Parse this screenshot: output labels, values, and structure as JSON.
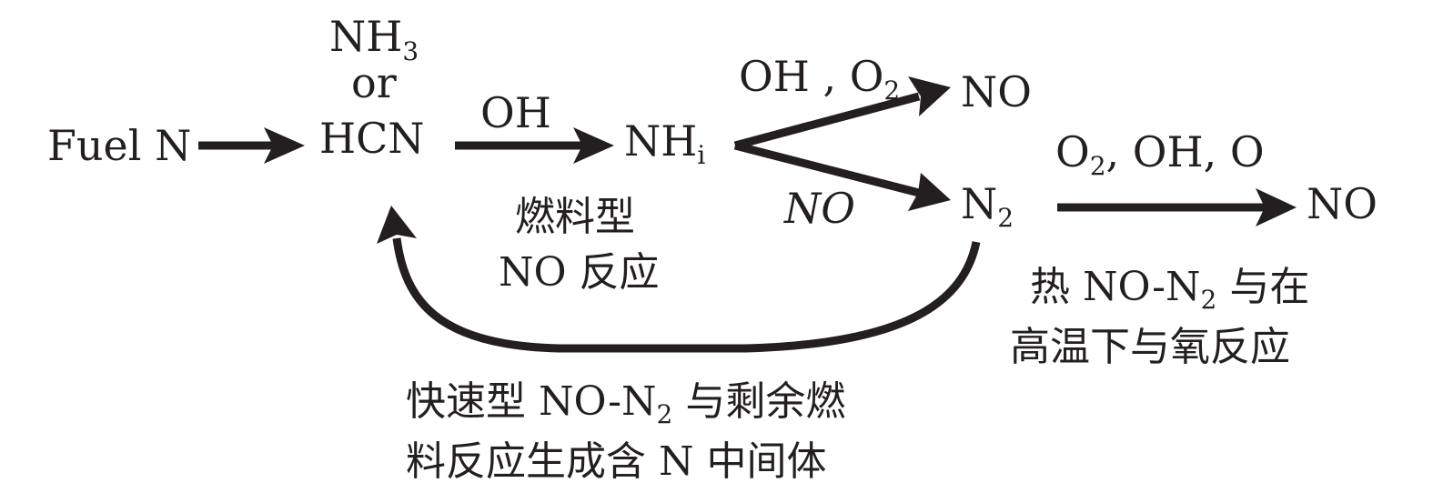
{
  "diagram": {
    "nodes": {
      "fuel_n": "Fuel N",
      "nh3_line1": "NH",
      "nh3_sub": "3",
      "nh3_line2": "or",
      "nh3_line3": "HCN",
      "nhi_base": "NH",
      "nhi_sub": "i",
      "no_top": "NO",
      "n2_base": "N",
      "n2_sub": "2",
      "no_right": "NO"
    },
    "edge_labels": {
      "oh": "OH",
      "oh_o2_base": "OH , O",
      "oh_o2_sub": "2",
      "no_italic": "NO",
      "o2_base": "O",
      "o2_sub": "2",
      "o2_rest": ", OH, O"
    },
    "captions": {
      "fuel_type_line1": "燃料型",
      "fuel_type_line2": "NO 反应",
      "thermal_line1_a": "热 NO-N",
      "thermal_line1_sub": "2",
      "thermal_line1_b": " 与在",
      "thermal_line2": "高温下与氧反应",
      "prompt_line1_a": "快速型 NO-N",
      "prompt_line1_sub": "2",
      "prompt_line1_b": " 与剩余燃",
      "prompt_line2": "料反应生成含 N 中间体"
    },
    "colors": {
      "ink": "#231f20",
      "background": "#ffffff"
    }
  }
}
